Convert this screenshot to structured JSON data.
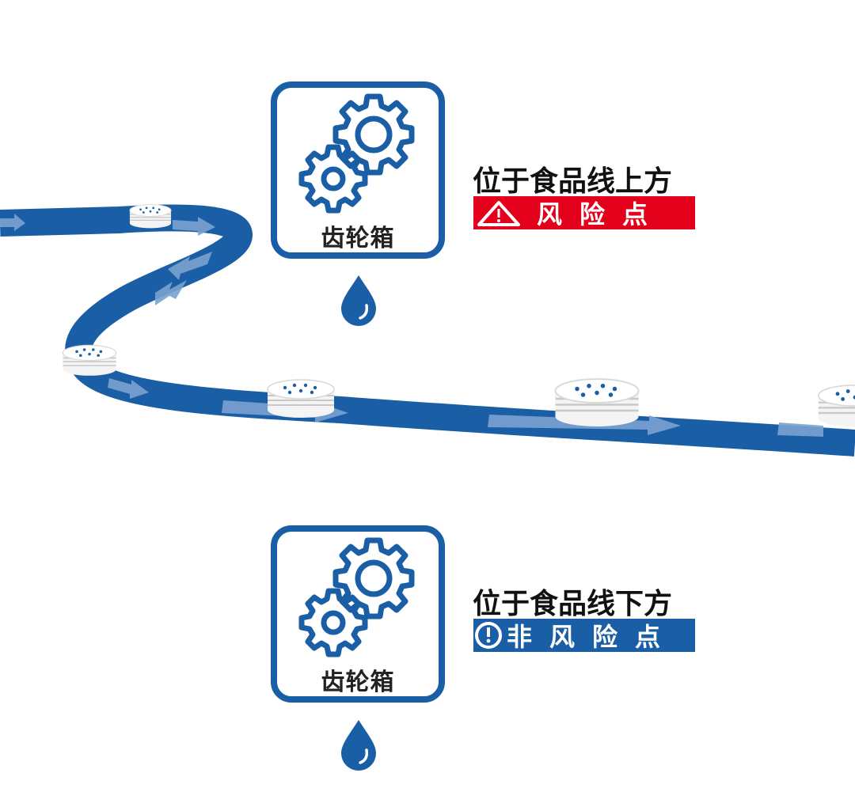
{
  "colors": {
    "primary_blue": "#1a5ea6",
    "risk_red": "#e3001b",
    "belt_arrow": "#7aa2d0",
    "water_drop": "#1a5ea6"
  },
  "top": {
    "gearbox_label": "齿轮箱",
    "position_text": "位于食品线上方",
    "risk_badge": {
      "icon": "warning-triangle-icon",
      "text": "风险点",
      "color": "#e3001b"
    }
  },
  "bottom": {
    "gearbox_label": "齿轮箱",
    "position_text": "位于食品线下方",
    "risk_badge": {
      "icon": "exclamation-circle-icon",
      "text": "非风险点",
      "color": "#1a5ea6"
    }
  }
}
